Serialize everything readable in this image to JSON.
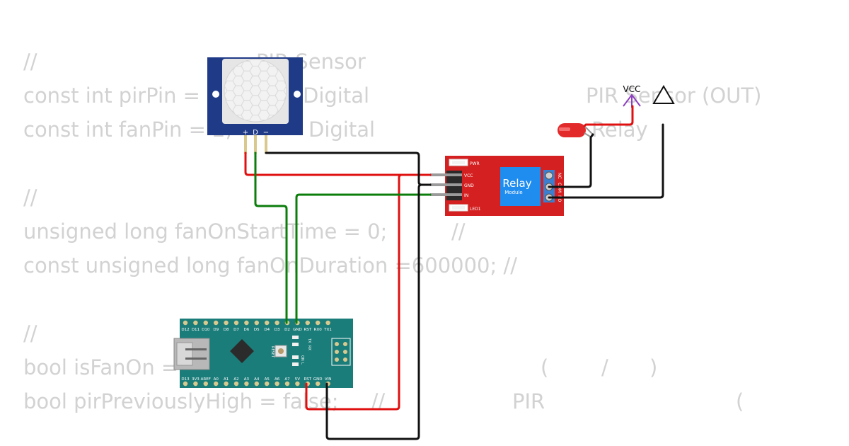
{
  "code_text": {
    "lines": [
      "//",
      "const int pirPin =",
      "const int fanPin = 2;",
      "//",
      "unsigned long fanOnStartTime = 0;",
      "const unsigned long fanOnDuration =600000; //",
      "//",
      "bool isFanOn =",
      "bool pirPreviouslyHigh = false;     //"
    ],
    "fragments": {
      "pir_sensor": "PIR Sensor",
      "digital_1": "Digital",
      "digital_2": "Digital",
      "pir_sensor_out": "PIR Sensor (OUT)",
      "relay": "Relay",
      "comment": "//",
      "paren_open": "(",
      "slash": "/",
      "paren_close": ")",
      "pir": "PIR",
      "paren_open_2": "("
    }
  },
  "pir_sensor": {
    "pin_labels": [
      "+",
      "D",
      "−"
    ]
  },
  "relay_module": {
    "title": "Relay",
    "subtitle": "Module",
    "left_pins": [
      "VCC",
      "GND",
      "IN"
    ],
    "leds": [
      "PWR",
      "LED1"
    ],
    "terminals": [
      "NC",
      "COM",
      "NO"
    ]
  },
  "vcc_label": "VCC",
  "arduino_nano": {
    "top_pins": [
      "D12",
      "D11",
      "D10",
      "D9",
      "D8",
      "D7",
      "D6",
      "D5",
      "D4",
      "D3",
      "D2",
      "GND",
      "RST",
      "RX0",
      "TX1"
    ],
    "bottom_pins": [
      "D13",
      "3V3",
      "AREF",
      "A0",
      "A1",
      "A2",
      "A3",
      "A4",
      "A5",
      "A6",
      "A7",
      "5V",
      "RST",
      "GND",
      "VIN"
    ],
    "reset_label": "RESET",
    "led_labels": [
      "TX",
      "RX",
      "ON",
      "L"
    ]
  },
  "colors": {
    "wire_red": "#e01010",
    "wire_green": "#0b7d0b",
    "wire_black": "#111111",
    "relay_board": "#d42020",
    "relay_body": "#1f8cf0",
    "pir_board": "#1f3a86",
    "nano_board": "#1b7d7a",
    "vcc_symbol": "#8d3fbf"
  }
}
